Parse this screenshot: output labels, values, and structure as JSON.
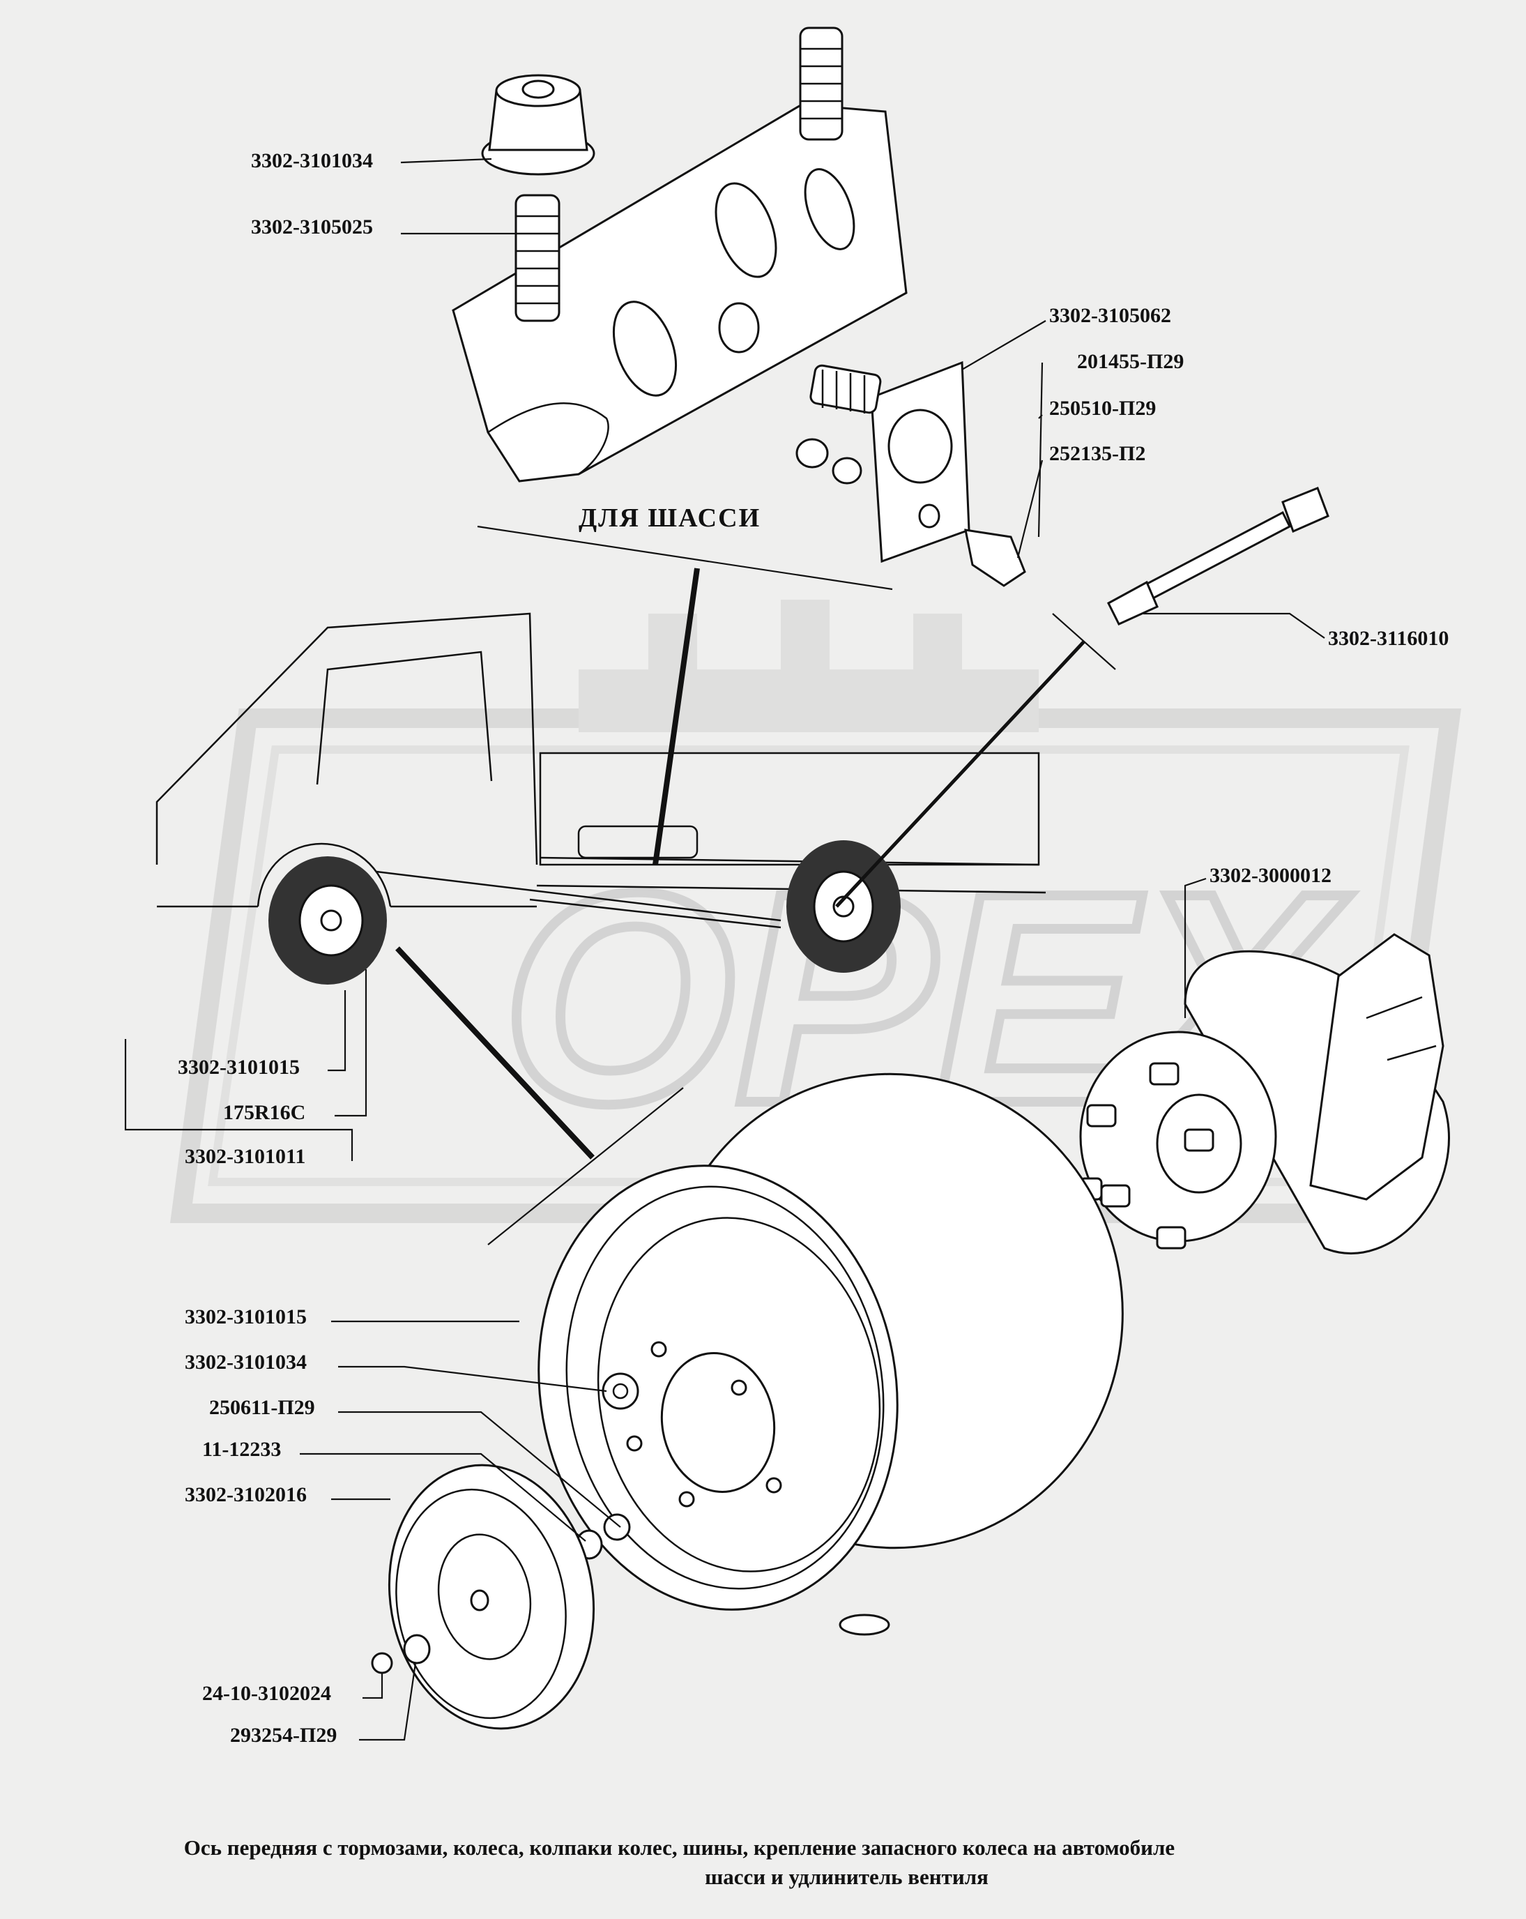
{
  "watermark": {
    "text": "OPEX",
    "color": "#cfcfcf"
  },
  "header": {
    "chassis_label": "ДЛЯ ШАССИ"
  },
  "labels": {
    "nut_top": "3302-3101034",
    "stud_top": "3302-3105025",
    "bracket": "3302-3105062",
    "p201455": "201455-П29",
    "p250510": "250510-П29",
    "p252135": "252135-П2",
    "valve_ext": "3302-3116010",
    "axle": "3302-3000012",
    "wheel_a": "3302-3101015",
    "tire": "175R16C",
    "wheel_b": "3302-3101011",
    "rim": "3302-3101015",
    "wheel_nut": "3302-3101034",
    "p250611": "250611-П29",
    "p11_12233": "11-12233",
    "hubcap": "3302-3102016",
    "cap_nut": "24-10-3102024",
    "p293254": "293254-П29"
  },
  "caption": {
    "line1": "Ось передняя с тормозами, колеса, колпаки колес, шины, крепление запасного колеса на автомобиле",
    "line2": "шасси и удлинитель вентиля"
  }
}
